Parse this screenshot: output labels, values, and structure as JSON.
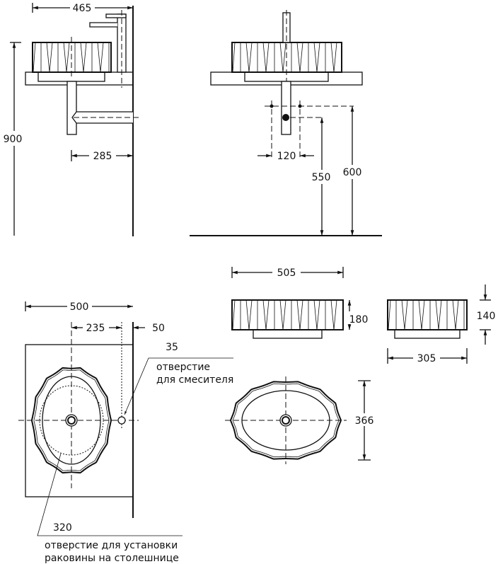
{
  "title": "Размеры раковины накладной с смесителем",
  "side_view": {
    "width_dim": "465",
    "height_dim": "900",
    "drain_dim": "285"
  },
  "front_view": {
    "spacing_dim": "120",
    "drain_height_dim": "550",
    "supply_height_dim": "600"
  },
  "plan_view": {
    "width_dim": "500",
    "offset_dim": "235",
    "wall_dim": "50",
    "mixer_hole_dim": "35",
    "mixer_hole_label_1": "отверстие",
    "mixer_hole_label_2": "для смесителя",
    "basin_hole_dim": "320",
    "basin_hole_label_1": "отверстие для установки",
    "basin_hole_label_2": "раковины на столешнице"
  },
  "basin_large": {
    "width_dim": "505",
    "height_dim": "180",
    "depth_dim": "366"
  },
  "basin_small": {
    "height_dim": "140",
    "width_dim": "305"
  }
}
